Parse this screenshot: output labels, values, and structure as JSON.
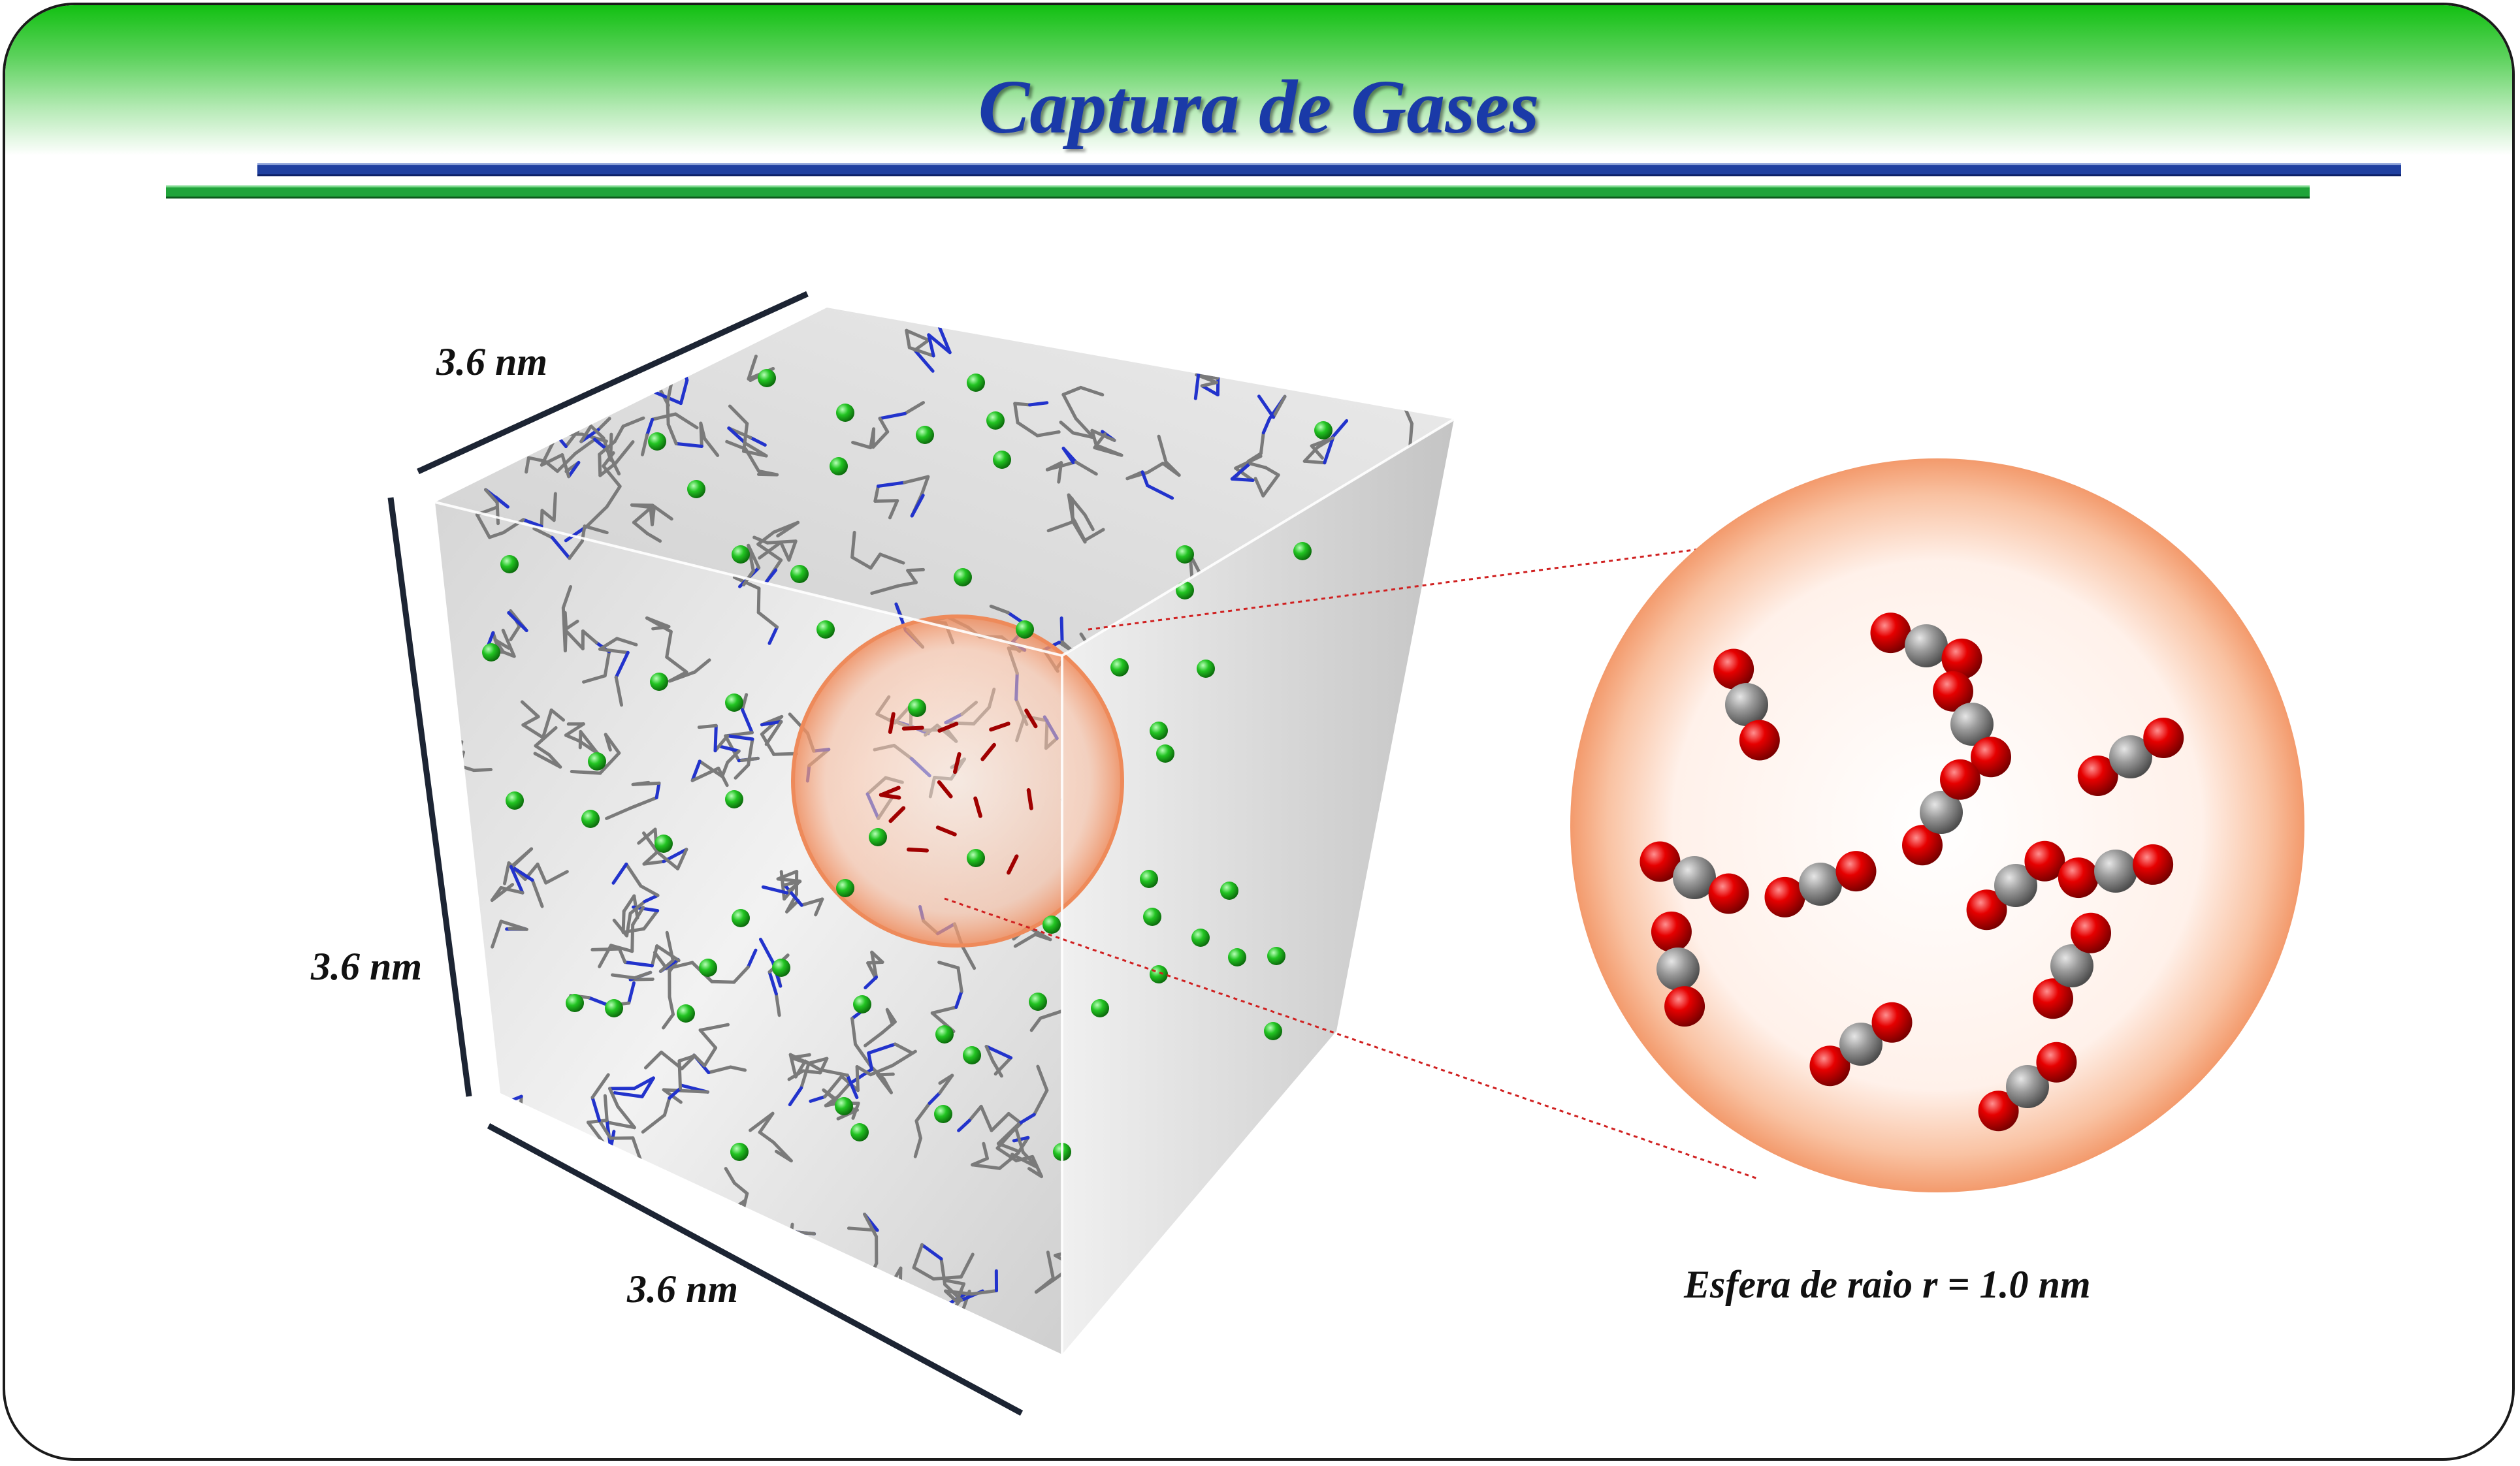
{
  "title": "Captura de Gases",
  "dimensions": {
    "top_edge": "3.6 nm",
    "left_edge": "3.6 nm",
    "bottom_edge": "3.6 nm"
  },
  "sphere_caption": "Esfera de raio r = 1.0 nm",
  "colors": {
    "title": "#1a3aa8",
    "header_green": "#12c012",
    "rule_blue": "#2040a0",
    "rule_green": "#20a43a",
    "gas_molecule_green": "#22c422",
    "oxygen_red": "#e00000",
    "carbon_grey": "#8f8f8f",
    "sphere_glow": "#f7b08c"
  },
  "icons": [
    "simulation-box",
    "co2-molecule",
    "gas-atom"
  ]
}
